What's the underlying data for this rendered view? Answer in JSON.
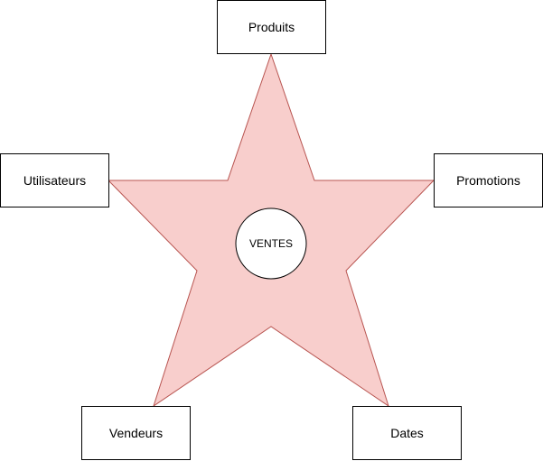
{
  "diagram": {
    "center": {
      "label": "VENTES"
    },
    "dimensions": [
      {
        "id": "produits",
        "label": "Produits"
      },
      {
        "id": "utilisateurs",
        "label": "Utilisateurs"
      },
      {
        "id": "promotions",
        "label": "Promotions"
      },
      {
        "id": "vendeurs",
        "label": "Vendeurs"
      },
      {
        "id": "dates",
        "label": "Dates"
      }
    ]
  },
  "colors": {
    "star_fill": "#f8cecc",
    "star_stroke": "#b85450",
    "box_fill": "#ffffff",
    "box_stroke": "#000000"
  }
}
